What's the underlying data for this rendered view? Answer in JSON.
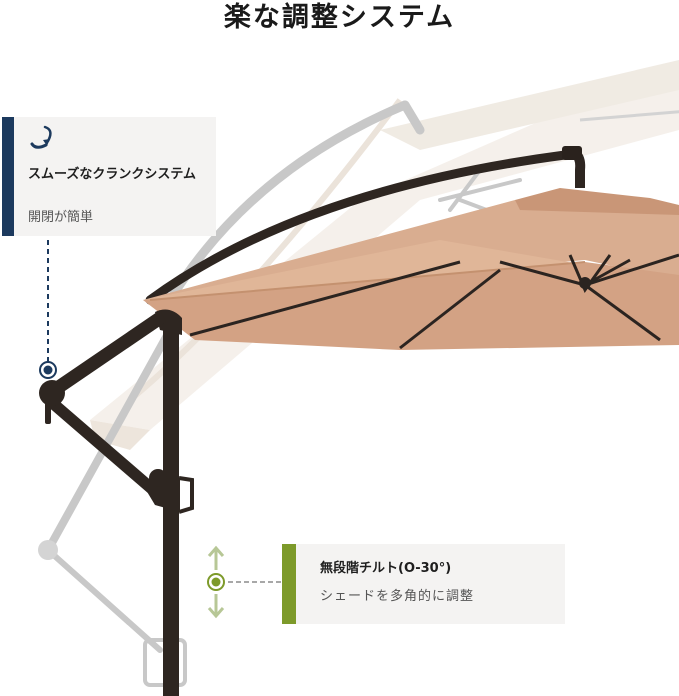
{
  "page": {
    "title": "楽な調整システム"
  },
  "callouts": {
    "crank": {
      "icon": "crank-rotate-icon",
      "heading": "スムーズなクランクシステム",
      "subtext": "開閉が簡単",
      "accent_color": "#1c3a5e"
    },
    "tilt": {
      "icon": "tilt-up-down-icon",
      "heading": "無段階チルト(O-30°)",
      "subtext": "シェードを多角的に調整",
      "accent_color": "#7d9a2a"
    }
  },
  "colors": {
    "canopy": "#d7a98c",
    "frame": "#2e2621",
    "ghost_canopy": "#f3eee8",
    "ghost_frame": "#c9c9c9",
    "callout_bg": "#f4f3f2"
  }
}
